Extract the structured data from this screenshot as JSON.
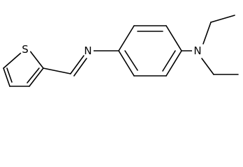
{
  "structure": {
    "atoms": {
      "sulfur": "S",
      "imine_nitrogen": "N",
      "amine_nitrogen": "N"
    }
  },
  "colors": {
    "bond": "#000000",
    "label": "#000000",
    "background": "#ffffff"
  }
}
